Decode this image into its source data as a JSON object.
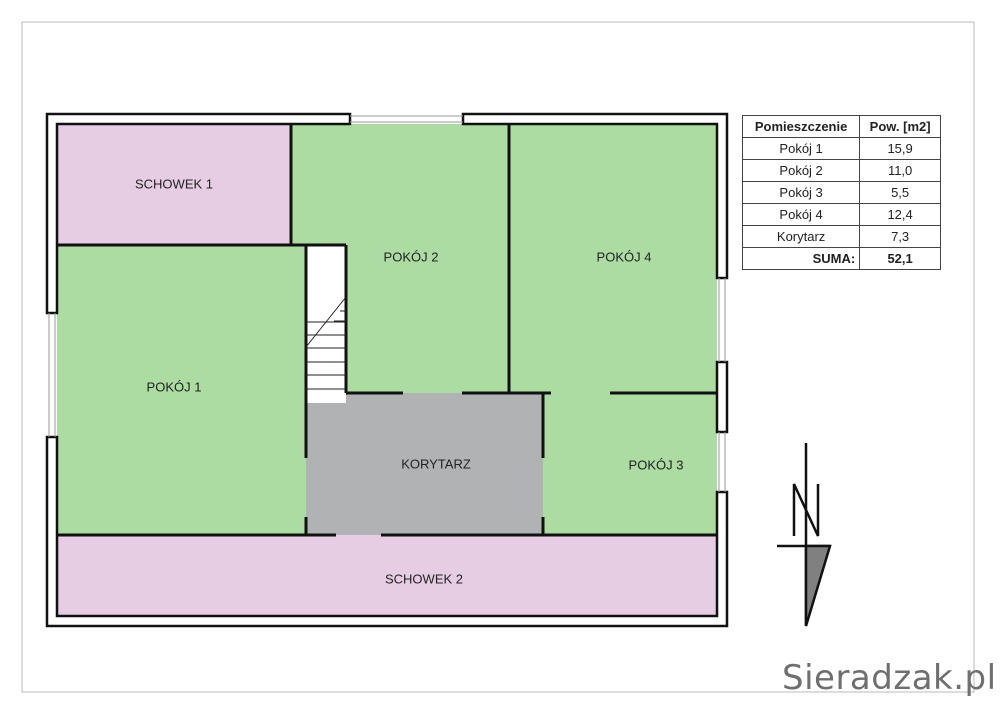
{
  "rooms": {
    "schowek1": "SCHOWEK 1",
    "pokoj1": "POKÓJ 1",
    "pokoj2": "POKÓJ 2",
    "pokoj3": "POKÓJ 3",
    "pokoj4": "POKÓJ 4",
    "korytarz": "KORYTARZ",
    "schowek2": "SCHOWEK 2"
  },
  "colors": {
    "living": "#acdca2",
    "storage": "#e6cde4",
    "corridor": "#b1b2b4"
  },
  "table": {
    "headers": [
      "Pomieszczenie",
      "Pow. [m2]"
    ],
    "rows": [
      {
        "name": "Pokój 1",
        "area": "15,9"
      },
      {
        "name": "Pokój 2",
        "area": "11,0"
      },
      {
        "name": "Pokój 3",
        "area": "5,5"
      },
      {
        "name": "Pokój 4",
        "area": "12,4"
      },
      {
        "name": "Korytarz",
        "area": "7,3"
      }
    ],
    "sum_label": "SUMA:",
    "sum_value": "52,1"
  },
  "north_arrow": "N",
  "watermark": "Sieradzak.pl"
}
